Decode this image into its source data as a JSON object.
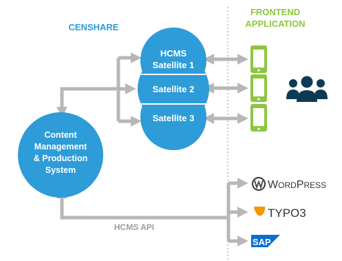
{
  "headers": {
    "left": "CENSHARE",
    "right_line1": "FRONTEND",
    "right_line2": "APPLICATION"
  },
  "hcms": {
    "label_line1": "Content",
    "label_line2": "Management",
    "label_line3": "& Production",
    "label_line4": "System"
  },
  "satellites": [
    {
      "line1": "HCMS",
      "line2": "Satellite 1"
    },
    {
      "line1": "",
      "line2": "Satellite 2"
    },
    {
      "line1": "",
      "line2": "Satellite 3"
    }
  ],
  "api_label": "HCMS API",
  "brands": {
    "wordpress": "WordPress",
    "typo3": "TYPO3",
    "sap": "SAP"
  },
  "colors": {
    "accent_blue": "#2d9cd8",
    "frontend_green": "#8dc63f",
    "arrow_gray": "#b7b7b7",
    "label_gray": "#9e9e9e",
    "users_dark": "#0d3b53",
    "sap_blue": "#0a6ed1",
    "typo3_orange": "#f49700"
  },
  "icons": [
    "phone-icon",
    "users-icon",
    "wordpress-logo",
    "typo3-logo",
    "sap-logo"
  ]
}
